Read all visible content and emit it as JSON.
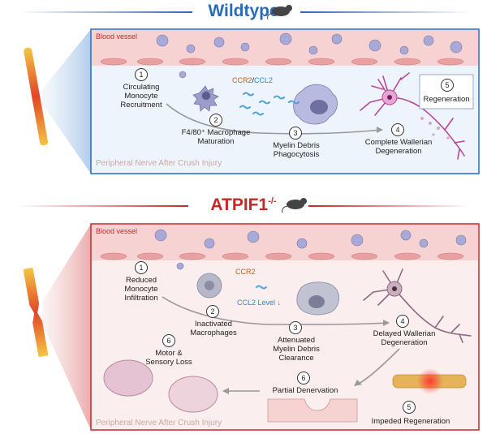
{
  "wildtype": {
    "title": "Wildtype",
    "blood_vessel": "Blood vessel",
    "footer": "Peripheral Nerve After Crush Injury",
    "steps": [
      {
        "num": "1",
        "label": "Circulating\nMonocyte\nRecruitment"
      },
      {
        "num": "2",
        "label": "F4/80⁺ Macrophage\nMaturation"
      },
      {
        "num": "3",
        "label": "Myelin Debris\nPhagocytosis"
      },
      {
        "num": "4",
        "label": "Complete Wallerian\nDegeneration"
      },
      {
        "num": "5",
        "label": "Regeneration"
      }
    ],
    "ccr2": "CCR2",
    "slash": "/",
    "ccl2": "CCL2"
  },
  "knockout": {
    "title": "ATPIF1",
    "superscript": "-/-",
    "blood_vessel": "Blood vessel",
    "footer": "Peripheral Nerve After Crush Injury",
    "steps": [
      {
        "num": "1",
        "label": "Reduced\nMonocyte\nInfiltration"
      },
      {
        "num": "2",
        "label": "Inactivated\nMacrophages"
      },
      {
        "num": "3",
        "label": "Attenuated\nMyelin Debris\nClearance"
      },
      {
        "num": "4",
        "label": "Delayed Wallerian\nDegeneration"
      },
      {
        "num": "5",
        "label": "Impeded Regeneration"
      },
      {
        "num": "6",
        "label": "Partial Denervation"
      },
      {
        "num": "6",
        "label": "Motor &\nSensory Loss"
      }
    ],
    "ccr2": "CCR2",
    "ccl2_level": "CCL2 Level ↓"
  },
  "colors": {
    "wildtype_accent": "#2a6bb8",
    "knockout_accent": "#c62828",
    "wt_panel_bg": "#eef4fb",
    "ko_panel_bg": "#fbeeee",
    "vessel_band": "#f6d2d2",
    "macrophage": "#8e8fbf",
    "neuron": "#b9479c"
  }
}
